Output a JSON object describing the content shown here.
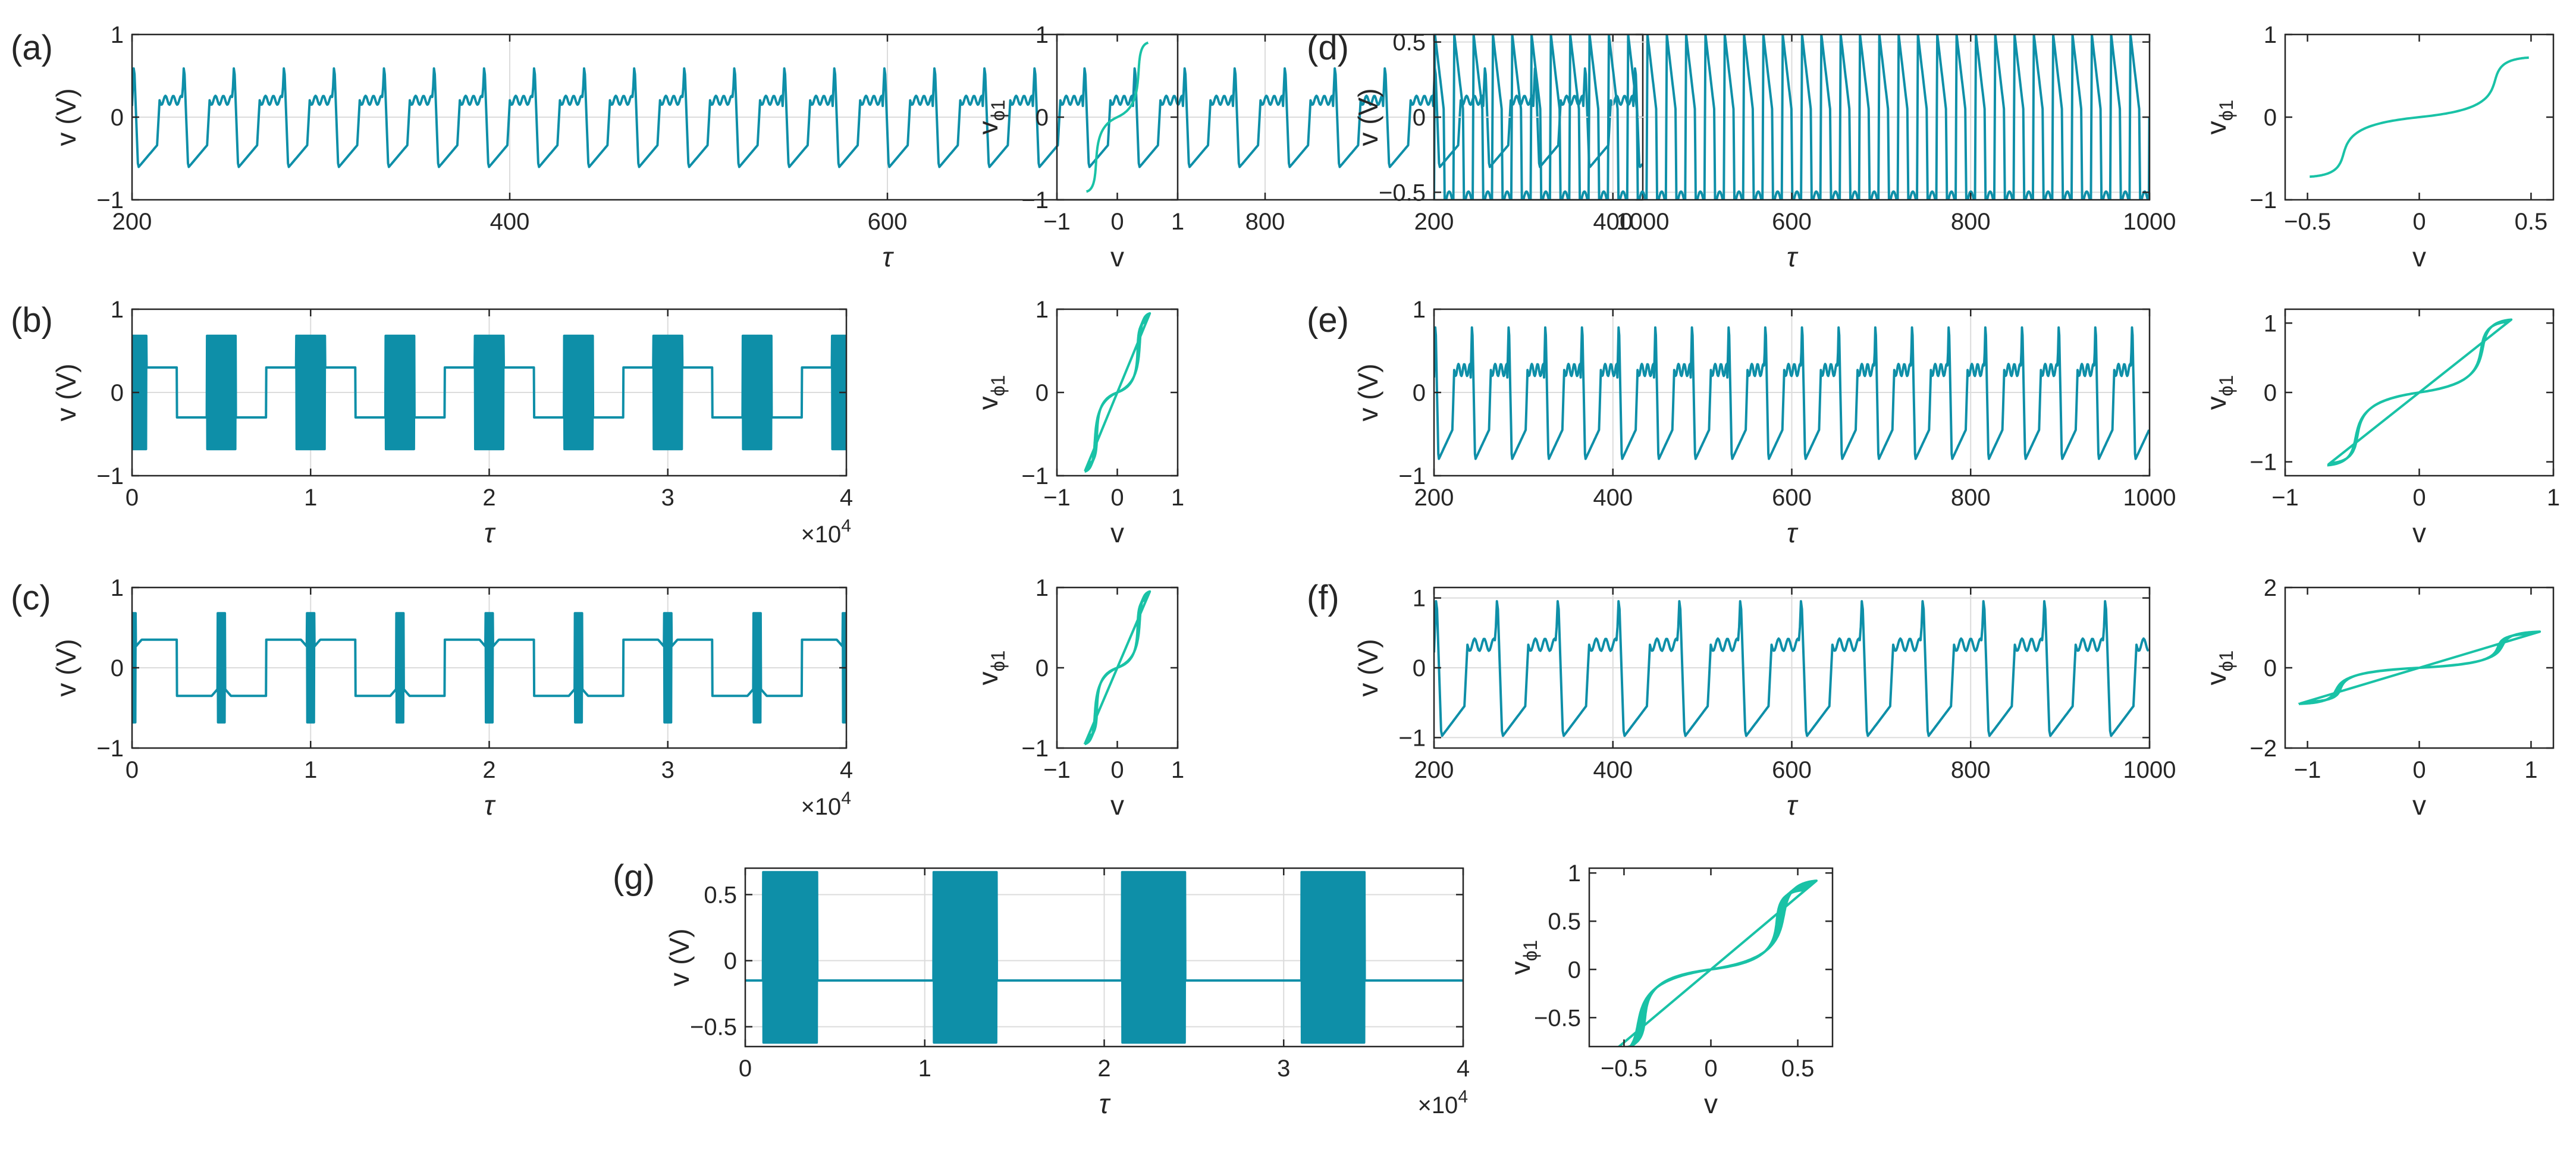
{
  "colors": {
    "time_series": "#0E8FA8",
    "phase": "#19C2A6",
    "grid": "#dcdcdc",
    "axis": "#262626"
  },
  "panel_labels": [
    "(a)",
    "(b)",
    "(c)",
    "(d)",
    "(e)",
    "(f)",
    "(g)"
  ],
  "chart_data": [
    {
      "id": "a",
      "type": "line",
      "panel_label": "(a)",
      "xlabel": "τ",
      "ylabel": "v (V)",
      "xlim": [
        200,
        1000
      ],
      "ylim": [
        -1,
        1
      ],
      "xticks": [
        200,
        400,
        600,
        800,
        1000
      ],
      "yticks": [
        -1,
        0,
        1
      ],
      "xtick_labels": [
        "200",
        "400",
        "600",
        "800",
        "1000"
      ],
      "ytick_labels": [
        "−1",
        "0",
        "1"
      ],
      "grid": true,
      "waveform": "periodic_spike",
      "amplitude": 0.68,
      "period": 26.5
    },
    {
      "id": "a2",
      "type": "line",
      "xlabel": "v",
      "ylabel_main": "v",
      "ylabel_sub": "ϕ1",
      "xlim": [
        -1,
        1
      ],
      "ylim": [
        -1,
        1
      ],
      "xticks": [
        -1,
        0,
        1
      ],
      "yticks": [
        -1,
        0,
        1
      ],
      "xtick_labels": [
        "−1",
        "0",
        "1"
      ],
      "ytick_labels": [
        "−1",
        "0",
        "1"
      ],
      "grid": false,
      "shape": "s_curve",
      "x_extent": 0.52,
      "y_extent": 0.9,
      "loops": 1
    },
    {
      "id": "b",
      "type": "line",
      "panel_label": "(b)",
      "xlabel": "τ",
      "ylabel": "v (V)",
      "xlim": [
        0,
        4
      ],
      "ylim": [
        -1,
        1
      ],
      "xticks": [
        0,
        1,
        2,
        3,
        4
      ],
      "yticks": [
        -1,
        0,
        1
      ],
      "xtick_labels": [
        "0",
        "1",
        "2",
        "3",
        "4"
      ],
      "ytick_labels": [
        "−1",
        "0",
        "1"
      ],
      "x_multiplier": "×10",
      "x_multiplier_exp": "4",
      "grid": true,
      "waveform": "bursting",
      "bursts": [
        [
          0,
          0.08
        ],
        [
          0.42,
          0.58
        ],
        [
          0.92,
          1.08
        ],
        [
          1.42,
          1.58
        ],
        [
          1.92,
          2.08
        ],
        [
          2.42,
          2.58
        ],
        [
          2.92,
          3.08
        ],
        [
          3.42,
          3.58
        ],
        [
          3.92,
          4
        ]
      ],
      "burst_amplitude": 0.68,
      "quiet_level": 0.3
    },
    {
      "id": "b2",
      "type": "line",
      "xlabel": "v",
      "ylabel_main": "v",
      "ylabel_sub": "ϕ1",
      "xlim": [
        -1,
        1
      ],
      "ylim": [
        -1,
        1
      ],
      "xticks": [
        -1,
        0,
        1
      ],
      "yticks": [
        -1,
        0,
        1
      ],
      "xtick_labels": [
        "−1",
        "0",
        "1"
      ],
      "ytick_labels": [
        "−1",
        "0",
        "1"
      ],
      "grid": false,
      "shape": "s_curve",
      "x_extent": 0.55,
      "y_extent": 0.95,
      "loops": 8
    },
    {
      "id": "c",
      "type": "line",
      "panel_label": "(c)",
      "xlabel": "τ",
      "ylabel": "v (V)",
      "xlim": [
        0,
        4
      ],
      "ylim": [
        -1,
        1
      ],
      "xticks": [
        0,
        1,
        2,
        3,
        4
      ],
      "yticks": [
        -1,
        0,
        1
      ],
      "xtick_labels": [
        "0",
        "1",
        "2",
        "3",
        "4"
      ],
      "ytick_labels": [
        "−1",
        "0",
        "1"
      ],
      "x_multiplier": "×10",
      "x_multiplier_exp": "4",
      "grid": true,
      "waveform": "bursting",
      "bursts": [
        [
          0,
          0.02
        ],
        [
          0.48,
          0.52
        ],
        [
          0.98,
          1.02
        ],
        [
          1.48,
          1.52
        ],
        [
          1.98,
          2.02
        ],
        [
          2.48,
          2.52
        ],
        [
          2.98,
          3.02
        ],
        [
          3.48,
          3.52
        ],
        [
          3.98,
          4
        ]
      ],
      "burst_amplitude": 0.68,
      "quiet_level": 0.35
    },
    {
      "id": "c2",
      "type": "line",
      "xlabel": "v",
      "ylabel_main": "v",
      "ylabel_sub": "ϕ1",
      "xlim": [
        -1,
        1
      ],
      "ylim": [
        -1,
        1
      ],
      "xticks": [
        -1,
        0,
        1
      ],
      "yticks": [
        -1,
        0,
        1
      ],
      "xtick_labels": [
        "−1",
        "0",
        "1"
      ],
      "ytick_labels": [
        "−1",
        "0",
        "1"
      ],
      "grid": false,
      "shape": "s_curve",
      "x_extent": 0.55,
      "y_extent": 0.95,
      "loops": 8
    },
    {
      "id": "d",
      "type": "line",
      "panel_label": "(d)",
      "xlabel": "τ",
      "ylabel": "v (V)",
      "xlim": [
        200,
        1000
      ],
      "ylim": [
        -0.55,
        0.55
      ],
      "xticks": [
        200,
        400,
        600,
        800,
        1000
      ],
      "yticks": [
        -0.5,
        0,
        0.5
      ],
      "xtick_labels": [
        "200",
        "400",
        "600",
        "800",
        "1000"
      ],
      "ytick_labels": [
        "−0.5",
        "0",
        "0.5"
      ],
      "grid": true,
      "waveform": "relaxation",
      "amplitude": 0.55,
      "period": 21.6
    },
    {
      "id": "d2",
      "type": "line",
      "xlabel": "v",
      "ylabel_main": "v",
      "ylabel_sub": "ϕ1",
      "xlim": [
        -0.6,
        0.6
      ],
      "ylim": [
        -1,
        1
      ],
      "xticks": [
        -0.5,
        0,
        0.5
      ],
      "yticks": [
        -1,
        0,
        1
      ],
      "xtick_labels": [
        "−0.5",
        "0",
        "0.5"
      ],
      "ytick_labels": [
        "−1",
        "0",
        "1"
      ],
      "grid": false,
      "shape": "s_curve",
      "x_extent": 0.5,
      "y_extent": 0.72,
      "loops": 1
    },
    {
      "id": "e",
      "type": "line",
      "panel_label": "(e)",
      "xlabel": "τ",
      "ylabel": "v (V)",
      "xlim": [
        200,
        1000
      ],
      "ylim": [
        -1,
        1
      ],
      "xticks": [
        200,
        400,
        600,
        800,
        1000
      ],
      "yticks": [
        -1,
        0,
        1
      ],
      "xtick_labels": [
        "200",
        "400",
        "600",
        "800",
        "1000"
      ],
      "ytick_labels": [
        "−1",
        "0",
        "1"
      ],
      "grid": true,
      "waveform": "periodic_spike",
      "amplitude": 0.9,
      "period": 41
    },
    {
      "id": "e2",
      "type": "line",
      "xlabel": "v",
      "ylabel_main": "v",
      "ylabel_sub": "ϕ1",
      "xlim": [
        -1,
        1
      ],
      "ylim": [
        -1.2,
        1.2
      ],
      "xticks": [
        -1,
        0,
        1
      ],
      "yticks": [
        -1,
        0,
        1
      ],
      "xtick_labels": [
        "−1",
        "0",
        "1"
      ],
      "ytick_labels": [
        "−1",
        "0",
        "1"
      ],
      "grid": false,
      "shape": "s_curve",
      "x_extent": 0.7,
      "y_extent": 1.05,
      "loops": 3
    },
    {
      "id": "f",
      "type": "line",
      "panel_label": "(f)",
      "xlabel": "τ",
      "ylabel": "v (V)",
      "xlim": [
        200,
        1000
      ],
      "ylim": [
        -1.15,
        1.15
      ],
      "xticks": [
        200,
        400,
        600,
        800,
        1000
      ],
      "yticks": [
        -1,
        0,
        1
      ],
      "xtick_labels": [
        "200",
        "400",
        "600",
        "800",
        "1000"
      ],
      "ytick_labels": [
        "−1",
        "0",
        "1"
      ],
      "grid": true,
      "waveform": "periodic_spike",
      "amplitude": 1.1,
      "period": 68
    },
    {
      "id": "f2",
      "type": "line",
      "xlabel": "v",
      "ylabel_main": "v",
      "ylabel_sub": "ϕ1",
      "xlim": [
        -1.2,
        1.2
      ],
      "ylim": [
        -2,
        2
      ],
      "xticks": [
        -1,
        0,
        1
      ],
      "yticks": [
        -2,
        0,
        2
      ],
      "xtick_labels": [
        "−1",
        "0",
        "1"
      ],
      "ytick_labels": [
        "−2",
        "0",
        "2"
      ],
      "grid": false,
      "shape": "s_curve",
      "x_extent": 1.1,
      "y_extent": 0.9,
      "loops": 5
    },
    {
      "id": "g",
      "type": "line",
      "panel_label": "(g)",
      "xlabel": "τ",
      "ylabel": "v (V)",
      "xlim": [
        0,
        4
      ],
      "ylim": [
        -0.65,
        0.7
      ],
      "xticks": [
        0,
        1,
        2,
        3,
        4
      ],
      "yticks": [
        -0.5,
        0,
        0.5
      ],
      "xtick_labels": [
        "0",
        "1",
        "2",
        "3",
        "4"
      ],
      "ytick_labels": [
        "−0.5",
        "0",
        "0.5"
      ],
      "x_multiplier": "×10",
      "x_multiplier_exp": "4",
      "grid": true,
      "waveform": "bursting",
      "bursts": [
        [
          0.1,
          0.4
        ],
        [
          1.05,
          1.4
        ],
        [
          2.1,
          2.45
        ],
        [
          3.1,
          3.45
        ]
      ],
      "burst_amplitude": 0.67,
      "burst_low": -0.62,
      "quiet_level": -0.15
    },
    {
      "id": "g2",
      "type": "line",
      "xlabel": "v",
      "ylabel_main": "v",
      "ylabel_sub": "ϕ1",
      "xlim": [
        -0.7,
        0.7
      ],
      "ylim": [
        -0.8,
        1.05
      ],
      "xticks": [
        -0.5,
        0,
        0.5
      ],
      "yticks": [
        -0.5,
        0,
        0.5,
        1
      ],
      "xtick_labels": [
        "−0.5",
        "0",
        "0.5"
      ],
      "ytick_labels": [
        "−0.5",
        "0",
        "0.5",
        "1"
      ],
      "grid": false,
      "shape": "s_curve",
      "x_extent": 0.62,
      "y_extent": 0.92,
      "loops": 8
    }
  ]
}
